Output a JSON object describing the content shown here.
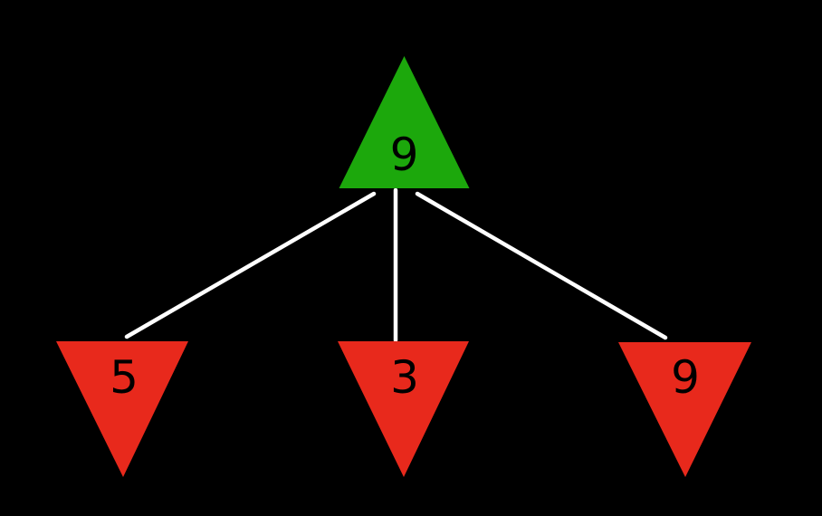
{
  "canvas": {
    "background": "#000000",
    "description": "Game-tree diagram: one green upward-triangle max node with value 9 connected by white edges to three red downward-triangle min nodes with values 5, 3 and 9"
  },
  "colors": {
    "background": "#000000",
    "max_node_fill": "#1CA80C",
    "min_node_fill": "#E8291C",
    "edge_stroke": "#FFFFFF",
    "label_text": "#000000"
  },
  "tree": {
    "root": {
      "value": "9",
      "shape": "triangle-up",
      "role": "max-node"
    },
    "children": [
      {
        "value": "5",
        "shape": "triangle-down",
        "role": "min-node"
      },
      {
        "value": "3",
        "shape": "triangle-down",
        "role": "min-node"
      },
      {
        "value": "9",
        "shape": "triangle-down",
        "role": "min-node"
      }
    ]
  }
}
